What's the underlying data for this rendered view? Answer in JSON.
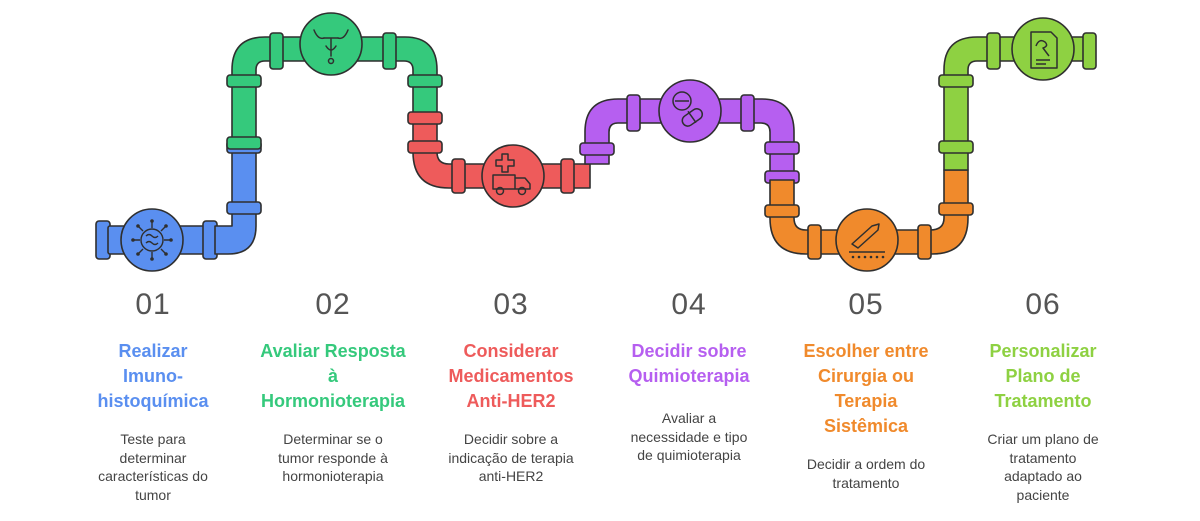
{
  "colors": {
    "step1": "#5a8ff0",
    "step2": "#35c97c",
    "step3": "#ee5b5b",
    "step4": "#b65ff0",
    "step5": "#f08a2c",
    "step6": "#8ed142",
    "icon_fill": "#7b7b7b",
    "outline": "#2f2f2f"
  },
  "steps": [
    {
      "number": "01",
      "title_lines": [
        "Realizar",
        "Imuno-",
        "histoquímica"
      ],
      "desc_lines": [
        "Teste para",
        "determinar",
        "características do",
        "tumor"
      ],
      "icon": "cell-icon"
    },
    {
      "number": "02",
      "title_lines": [
        "Avaliar Resposta",
        "à",
        "Hormonioterapia"
      ],
      "desc_lines": [
        "Determinar se o",
        "tumor responde à",
        "hormonioterapia"
      ],
      "icon": "uterus-icon"
    },
    {
      "number": "03",
      "title_lines": [
        "Considerar",
        "Medicamentos",
        "Anti-HER2"
      ],
      "desc_lines": [
        "Decidir sobre a",
        "indicação de terapia",
        "anti-HER2"
      ],
      "icon": "ambulance-icon"
    },
    {
      "number": "04",
      "title_lines": [
        "Decidir sobre",
        "Quimioterapia"
      ],
      "desc_lines": [
        "Avaliar a",
        "necessidade e tipo",
        "de quimioterapia"
      ],
      "icon": "pills-icon"
    },
    {
      "number": "05",
      "title_lines": [
        "Escolher entre",
        "Cirurgia ou",
        "Terapia",
        "Sistêmica"
      ],
      "desc_lines": [
        "Decidir a ordem do",
        "tratamento"
      ],
      "icon": "scalpel-icon"
    },
    {
      "number": "06",
      "title_lines": [
        "Personalizar",
        "Plano de",
        "Tratamento"
      ],
      "desc_lines": [
        "Criar um plano de",
        "tratamento",
        "adaptado ao",
        "paciente"
      ],
      "icon": "prescription-icon"
    }
  ]
}
